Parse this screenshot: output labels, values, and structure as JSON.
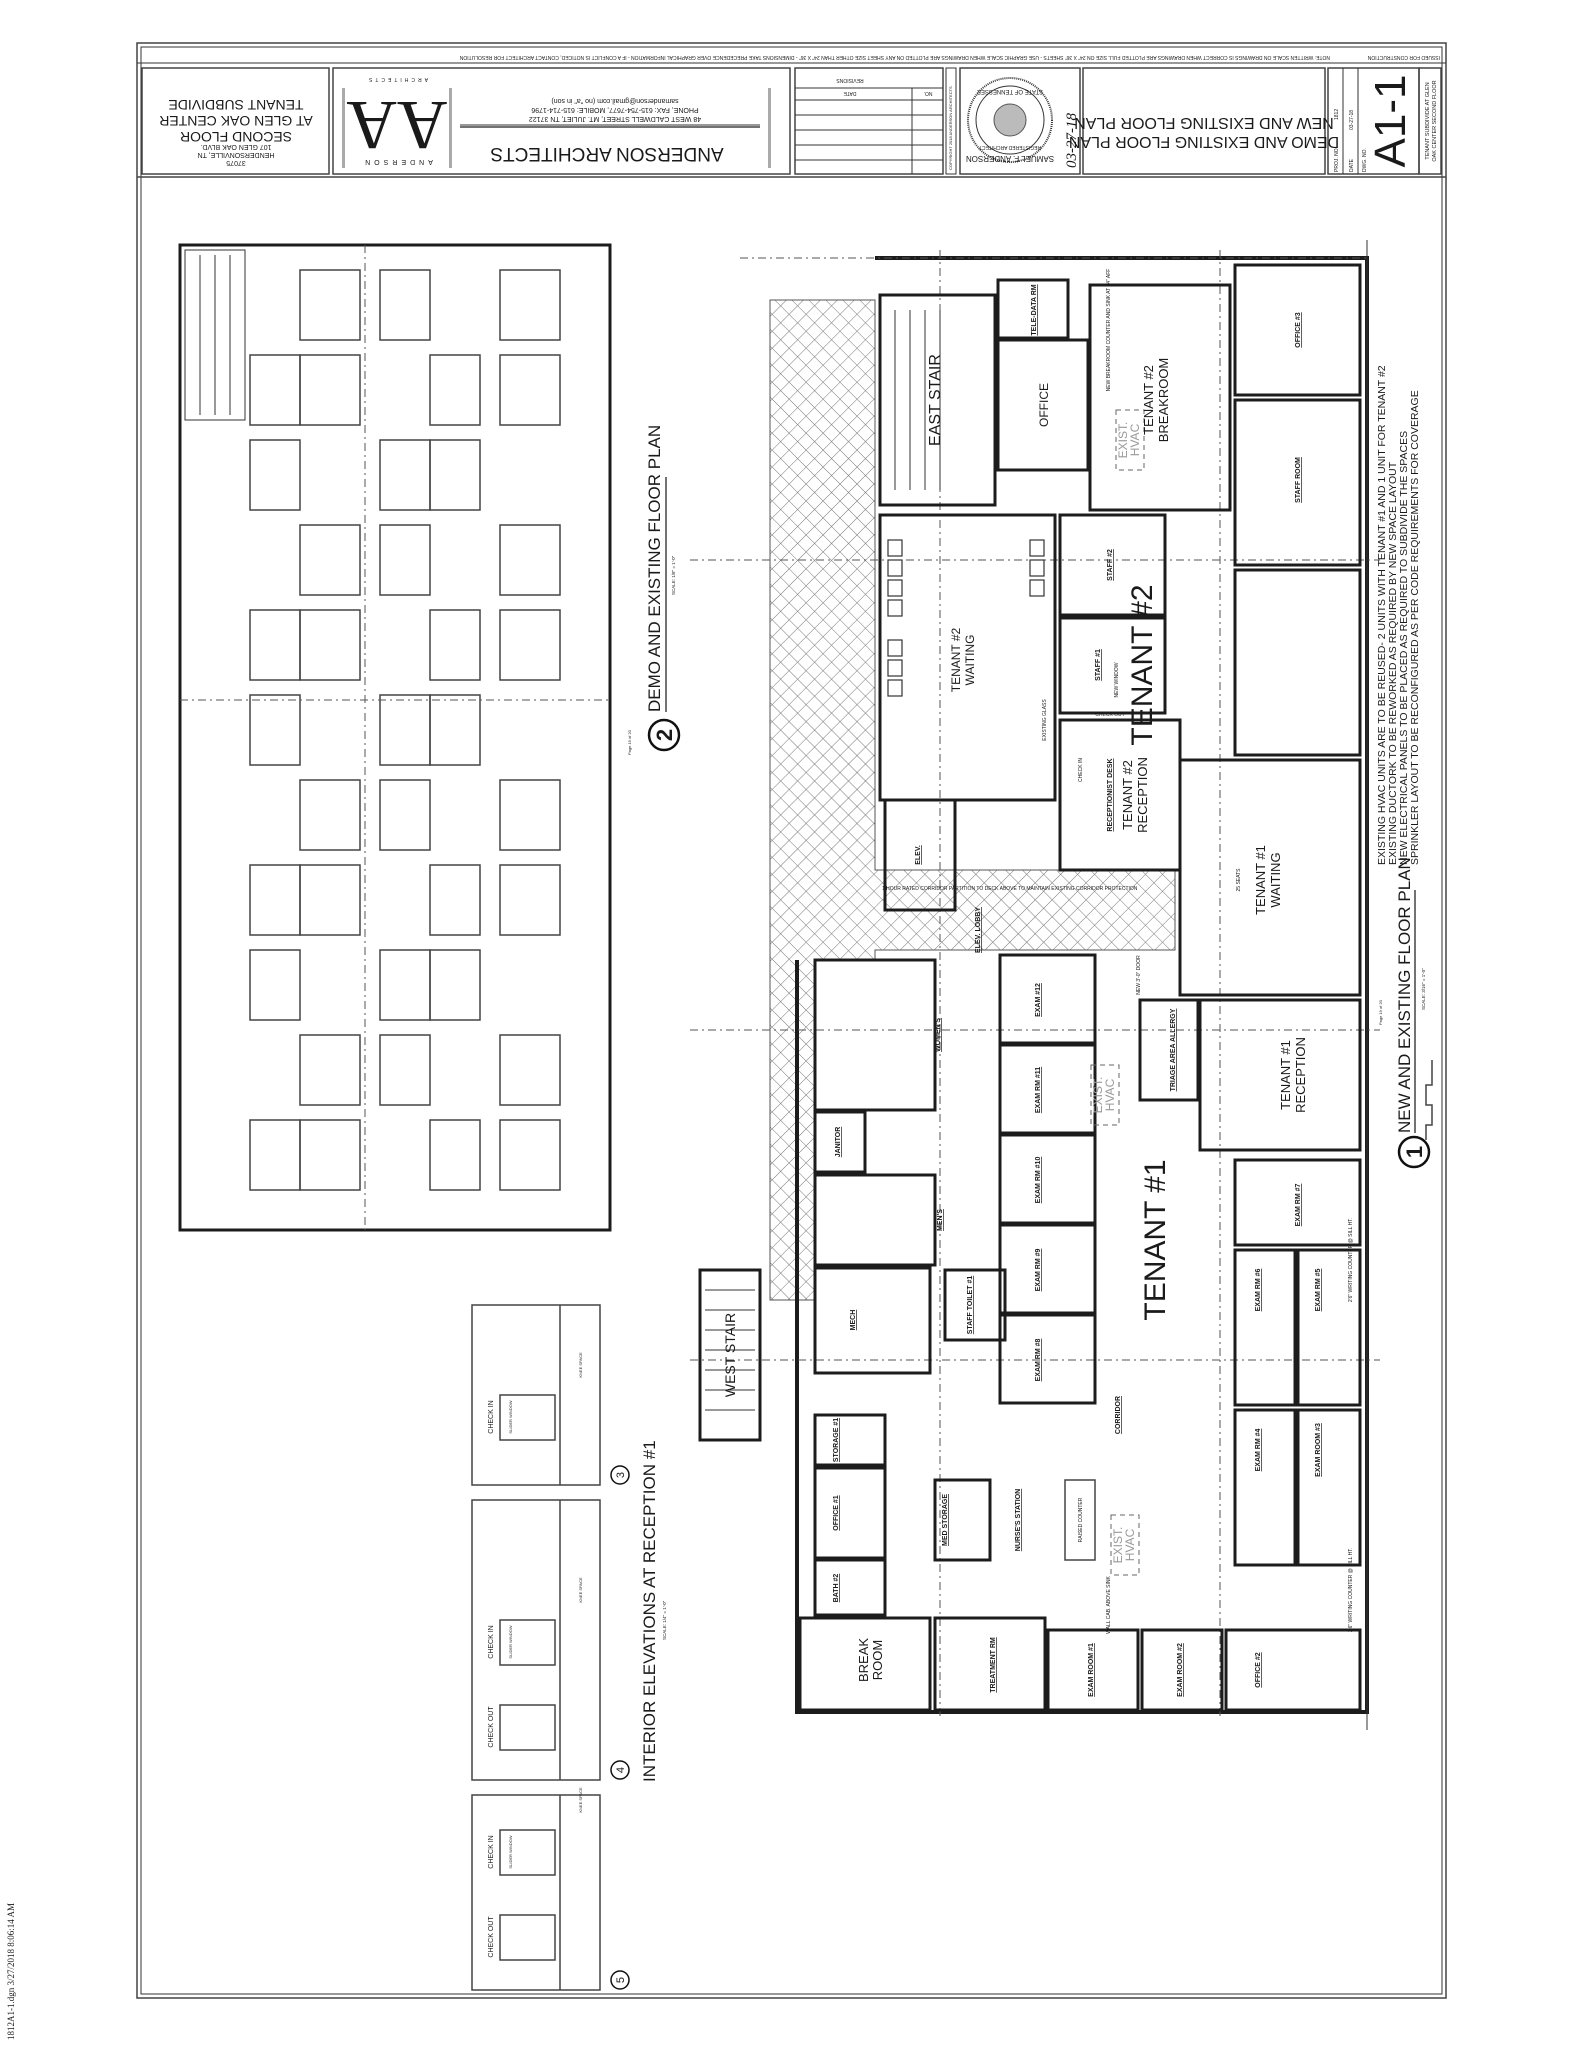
{
  "title_block": {
    "issue_note": "ISSUED FOR CONSTRUCTION",
    "scale_note": "NOTE: WRITTEN SCALE ON DRAWINGS IS CORRECT WHEN DRAWINGS ARE PLOTTED FULL SIZE ON 24\" X 36\" SHEETS - USE GRAPHIC SCALE WHEN DRAWINGS ARE PLOTTED ON ANY SHEET SIZE OTHER THAN 24\" X 36\" - DIMENSIONS TAKE PRECEDENCE OVER GRAPHICAL INFORMATION - IF A CONFLICT IS NOTICED, CONTACT ARCHITECT FOR RESOLUTION",
    "project": {
      "lines": [
        "TENANT SUBDIVIDE",
        "AT GLEN OAK CENTER",
        "SECOND FLOOR"
      ],
      "address": [
        "107 GLEN OAK BLVD.",
        "HENDERSONVILLE, TN",
        "37075"
      ]
    },
    "firm": {
      "logo_mark": "AA",
      "logo_top": "ANDERSON",
      "logo_bottom": "ARCHITECTS",
      "name": "ANDERSON ARCHITECTS",
      "address": "48 WEST CALDWELL STREET, MT. JULIET, TN 37122",
      "phone": "PHONE, FAX: 615-754-7677, MOBILE: 615-714-1796",
      "email": "samanderson@gmail.com (no \"a\" in son)"
    },
    "revisions": {
      "label": "REVISIONS",
      "no_label": "NO.",
      "date_label": "DATE"
    },
    "copyright": "COPYRIGHT 2018 ANDERSON ARCHITECTS",
    "seal": {
      "name": "SAMUEL F. ANDERSON",
      "title": "REGISTERED ARCHITECT",
      "state": "STATE OF TENNESSEE",
      "signed_date": "03-27-18"
    },
    "drawing_title": [
      "DEMO AND EXISTING FLOOR PLAN",
      "NEW AND EXISTING FLOOR PLAN"
    ],
    "proj_no_label": "PROJ. NO.",
    "proj_no": "1812",
    "date_label": "DATE",
    "date": "03-27-18",
    "dwg_no_label": "DWG. NO.",
    "dwg_no": "A1-1",
    "sheet_project": [
      "TENANT SUBDIVIDE AT GLEN",
      "OAK CENTER SECOND FLOOR"
    ]
  },
  "plan_1": {
    "number": "1",
    "title": "NEW AND EXISTING FLOOR PLAN",
    "scale": "SCALE: 3/16\" = 1'-0\"",
    "page": "Page 19 of 20",
    "notes": [
      "EXISTING HVAC UNITS ARE TO BE REUSED- 2 UNITS WITH TENANT #1 AND 1 UNIT FOR TENANT #2",
      "EXISTING DUCTORK TO BE REWORKED AS REQUIRED BY NEW SPACE LAYOUT",
      "NEW ELECTRICAL PANELS TO BE PLACED AS REQUIRED TO SUBDIVIDE THE SPACES",
      "SPRINKLER LAYOUT TO BE RECONFIGURED AS PER CODE REQUIREMENTS FOR COVERAGE"
    ],
    "tenants": {
      "t1": "TENANT #1",
      "t2": "TENANT #2"
    },
    "hvac": [
      "EXIST.",
      "HVAC"
    ],
    "rooms": {
      "east_stair": "EAST STAIR",
      "office": "OFFICE",
      "tele_data": "TELE-DATA RM",
      "breakroom_2": [
        "TENANT #2",
        "BREAKROOM"
      ],
      "breakroom_note": "NEW BREAKROOM COUNTER AND SINK AT 34\" AFF",
      "office_3": "OFFICE #3",
      "staff_room": "STAFF ROOM",
      "staff_2": "STAFF #2",
      "staff_1": "STAFF #1",
      "new_window": "NEW WINDOW",
      "waiting_2": [
        "TENANT #2",
        "WAITING"
      ],
      "reception_2": [
        "TENANT #2",
        "RECEPTION"
      ],
      "receptionist_desk": "RECEPTIONIST DESK",
      "check_in": "CHECK IN",
      "check_out": "CHECK OUT",
      "existing_glass": "EXISTING GLASS",
      "elev": "ELEV.",
      "elev_lobby": "ELEV. LOBBY",
      "corridor_note": "1 HOUR RATED CORRIDOR PARTITION TO DECK ABOVE TO MAINTAIN EXISTING CORRIDOR PROTECTION",
      "waiting_1": [
        "TENANT #1",
        "WAITING"
      ],
      "waiting_seats": "25 SEATS",
      "reception_1": [
        "TENANT #1",
        "RECEPTION"
      ],
      "triage": "TRIAGE AREA ALLERGY",
      "womens": "WOMEN'S",
      "mens": "MEN'S",
      "janitor": "JANITOR",
      "mech": "MECH",
      "staff_toilet": "STAFF TOILET #1",
      "west_stair": "WEST STAIR",
      "storage": "STORAGE #1",
      "office_1": "OFFICE #1",
      "bath_2": "BATH #2",
      "break_room": [
        "BREAK",
        "ROOM"
      ],
      "treatment": "TREATMENT RM",
      "exam_room_1": "EXAM ROOM #1",
      "exam_room_2": "EXAM ROOM #2",
      "office_2": "OFFICE #2",
      "med_storage": "MED STORAGE",
      "nurses_station": "NURSE'S STATION",
      "raised_counter": "RAISED COUNTER",
      "corridor": "CORRIDOR",
      "wall_cab": "WALL CAB. ABOVE SINK",
      "exam_12": "EXAM #12",
      "exam_11": "EXAM RM #11",
      "exam_10": "EXAM RM #10",
      "exam_9": "EXAM RM #9",
      "exam_8": "EXAM RM #8",
      "exam_7": "EXAM RM #7",
      "exam_6": "EXAM RM #6",
      "exam_5": "EXAM RM #5",
      "exam_4": "EXAM RM #4",
      "exam_3": "EXAM ROOM #3",
      "new_door": "NEW 3'-0\" DOOR",
      "writing_counter": "2'6\" WRITING COUNTER @ SILL HT."
    }
  },
  "plan_2": {
    "number": "2",
    "title": "DEMO AND EXISTING FLOOR PLAN",
    "scale": "SCALE: 1/8\" = 1'-0\"",
    "page": "Page 19 of 20"
  },
  "elevations": {
    "title": "INTERIOR ELEVATIONS AT RECEPTION #1",
    "scale": "SCALE: 1/4\" = 1'-0\"",
    "check_in": "CHECK IN",
    "check_out": "CHECK OUT",
    "slider_window": "SLIDER WINDOW",
    "knee_space": "KNEE SPACE",
    "numbers": [
      "3",
      "4",
      "5"
    ]
  },
  "plot_stamp": "1812A1-1.dgn 3/27/2018 8:06:14 AM"
}
